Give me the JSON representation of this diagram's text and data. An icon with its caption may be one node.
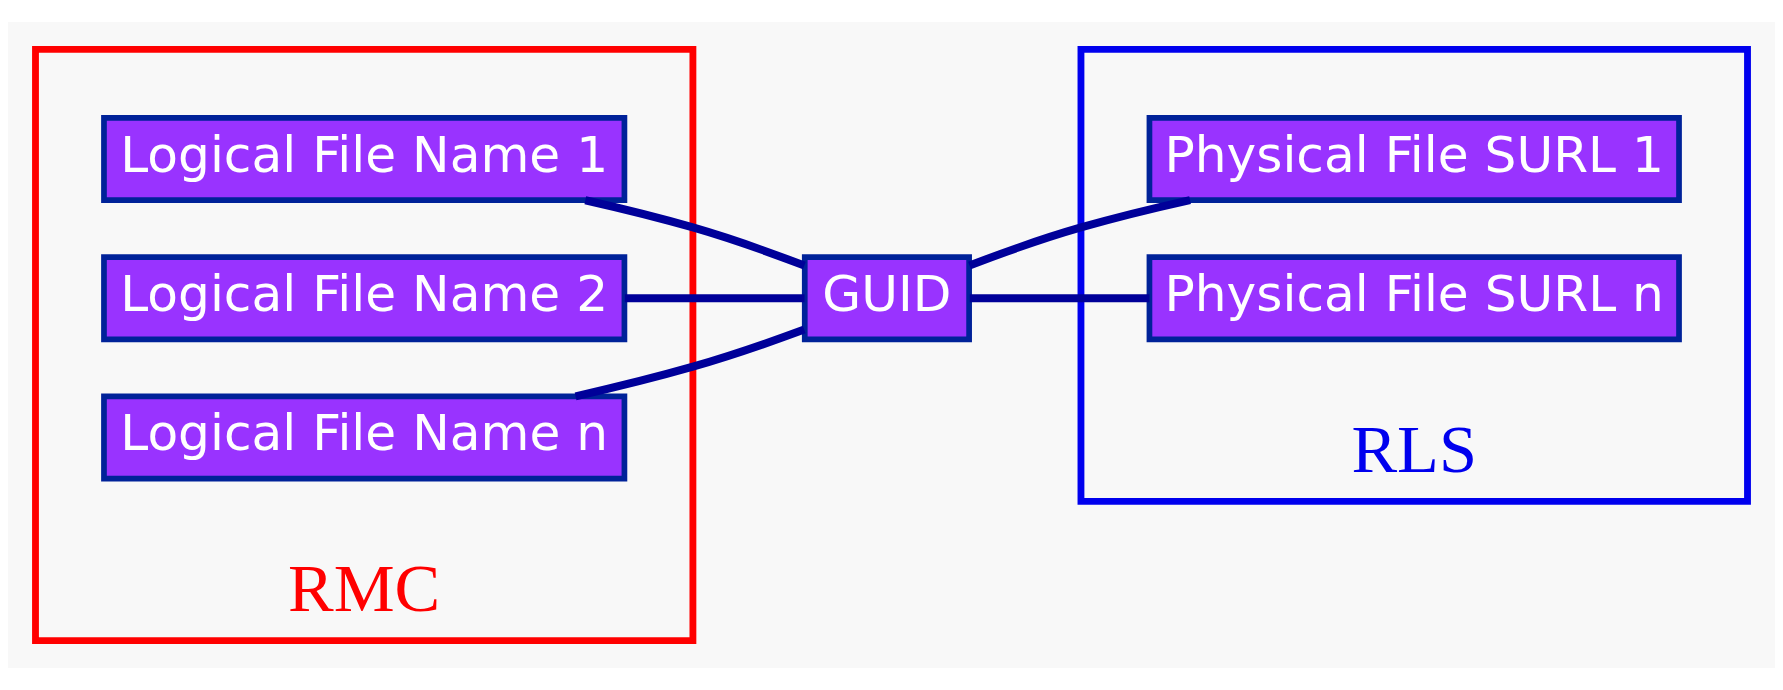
{
  "diagram": {
    "nodes": [
      {
        "text": [
          "RMC"
        ]
      },
      {
        "text": [
          "Logical File Name 1"
        ],
        "in": 0
      },
      {
        "text": [
          "Logical File Name 2"
        ],
        "in": 0
      },
      {
        "text": [
          "Logical File Name n"
        ],
        "in": 0
      },
      {
        "text": [
          "RLS"
        ]
      },
      {
        "text": [
          "GUID"
        ]
      },
      {
        "text": [
          "Physical File SURL 1"
        ],
        "in": 4
      },
      {
        "text": [
          "Physical File SURL n"
        ],
        "in": 4
      }
    ],
    "edges": [
      {
        "from": 1,
        "to": 5,
        "arrow": "none"
      },
      {
        "from": 2,
        "to": 5,
        "arrow": "none"
      },
      {
        "from": 3,
        "to": 5,
        "arrow": "none"
      },
      {
        "from": 5,
        "to": 6,
        "arrow": "none"
      },
      {
        "from": 5,
        "to": 7,
        "arrow": "none"
      }
    ]
  }
}
